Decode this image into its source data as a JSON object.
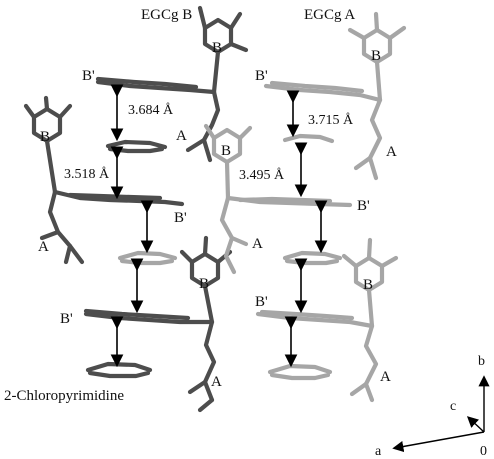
{
  "labels": {
    "egcg_b": "EGCg B",
    "egcg_a": "EGCg A",
    "pyrimidine": "2-Chloropyrimidine"
  },
  "ring_labels": {
    "b": "B",
    "a": "A",
    "b_prime": "B'"
  },
  "distances": {
    "d1": "3.684 Å",
    "d2": "3.715 Å",
    "d3": "3.518 Å",
    "d4": "3.495 Å"
  },
  "axes": {
    "a": "a",
    "b": "b",
    "c": "c",
    "origin": "0"
  },
  "colors": {
    "dark_molecule": "#4d4d4d",
    "light_molecule": "#a6a6a6",
    "arrow": "#000000"
  }
}
